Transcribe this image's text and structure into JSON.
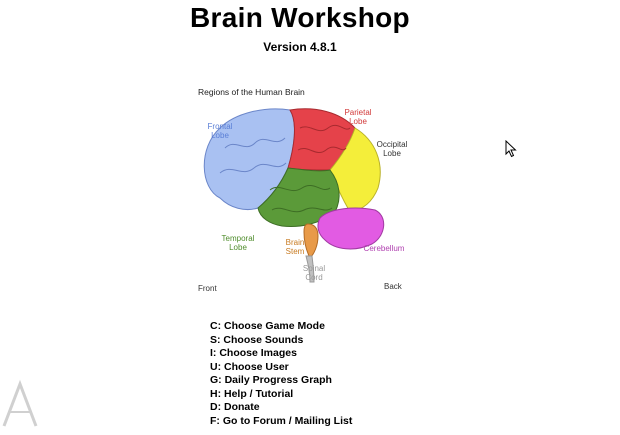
{
  "app": {
    "title": "Brain Workshop",
    "version": "Version 4.8.1"
  },
  "diagram": {
    "heading": "Regions of the Human Brain",
    "regions": {
      "frontal": {
        "label_line1": "Frontal",
        "label_line2": "Lobe",
        "color": "#a9c1f2"
      },
      "parietal": {
        "label_line1": "Parietal",
        "label_line2": "Lobe",
        "color": "#e5424a"
      },
      "occipital": {
        "label_line1": "Occipital",
        "label_line2": "Lobe",
        "color": "#f4ee3a"
      },
      "temporal": {
        "label_line1": "Temporal",
        "label_line2": "Lobe",
        "color": "#5b9a39"
      },
      "brain_stem": {
        "label_line1": "Brain",
        "label_line2": "Stem",
        "color": "#e89a48"
      },
      "spinal_cord": {
        "label_line1": "Spinal",
        "label_line2": "Cord",
        "color": "#c0c0c0"
      },
      "cerebellum": {
        "label": "Cerebellum",
        "color": "#e25be3"
      }
    },
    "front_label": "Front",
    "back_label": "Back"
  },
  "menu": [
    {
      "label": "C: Choose Game Mode"
    },
    {
      "label": "S: Choose Sounds"
    },
    {
      "label": "I: Choose Images"
    },
    {
      "label": "U: Choose User"
    },
    {
      "label": "G: Daily Progress Graph"
    },
    {
      "label": "H: Help / Tutorial"
    },
    {
      "label": "D: Donate"
    },
    {
      "label": "F: Go to Forum / Mailing List"
    }
  ]
}
